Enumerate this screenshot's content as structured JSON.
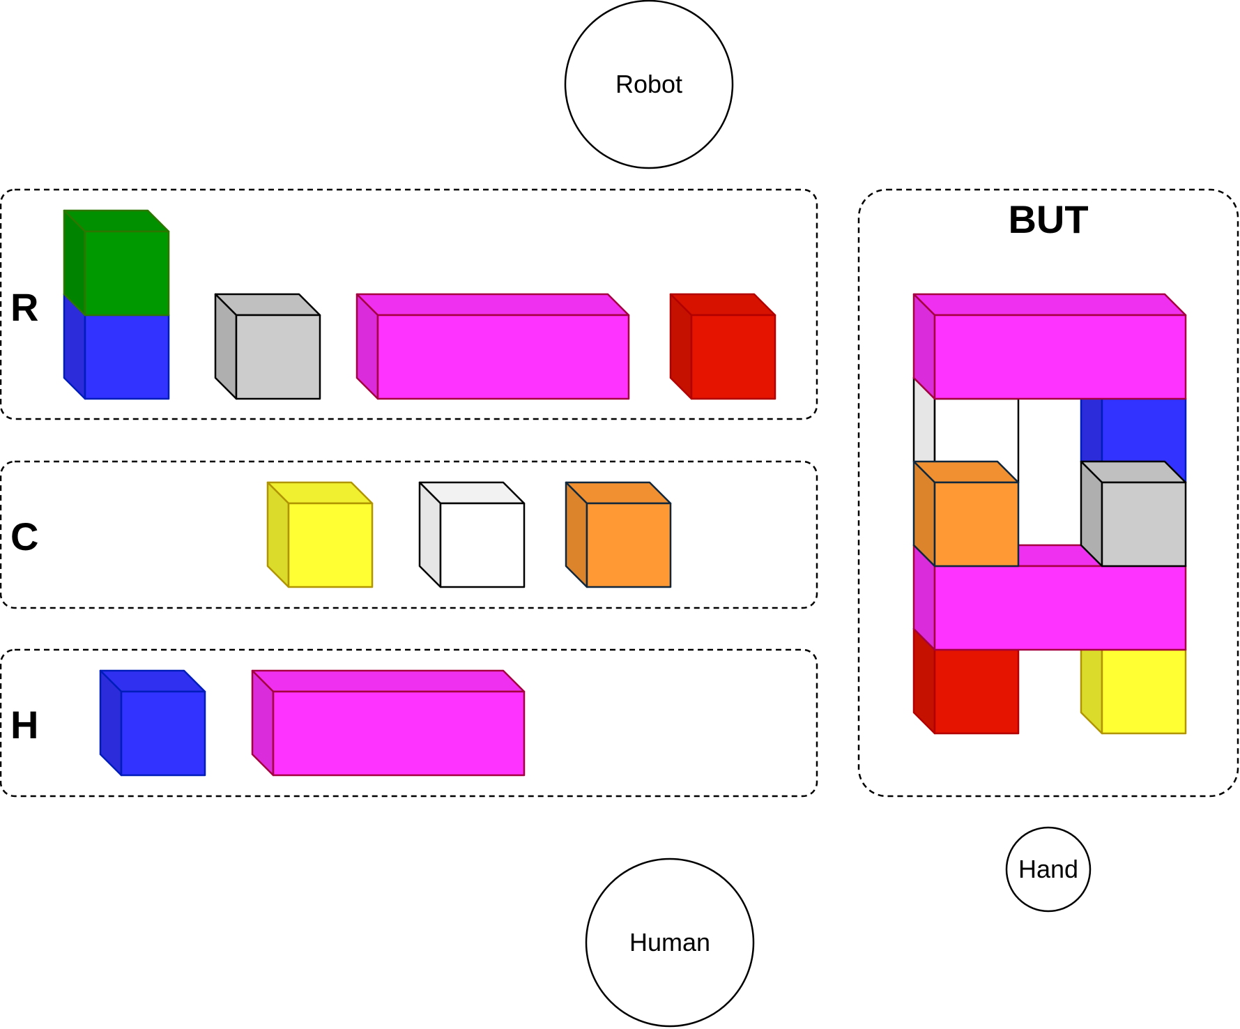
{
  "agents": {
    "robot": "Robot",
    "human": "Human",
    "hand": "Hand"
  },
  "zones": {
    "robot_zone": "R",
    "common_zone": "C",
    "human_zone": "H",
    "goal_title": "BUT"
  },
  "colors": {
    "green": "#009900",
    "blue": "#3333FF",
    "gray": "#CCCCCC",
    "magenta": "#FF33FF",
    "red": "#E51400",
    "yellow": "#FFFF33",
    "white": "#FFFFFF",
    "orange": "#FF9933"
  },
  "blocks": {
    "robot_zone": [
      "blue-cube",
      "green-cube",
      "gray-cube",
      "magenta-bar",
      "red-cube"
    ],
    "common_zone": [
      "yellow-cube",
      "white-cube",
      "orange-cube"
    ],
    "human_zone": [
      "blue-cube",
      "magenta-bar"
    ],
    "goal_structure": [
      "red-cube",
      "yellow-cube",
      "magenta-bar",
      "orange-cube",
      "gray-cube",
      "white-cube",
      "blue-cube",
      "magenta-bar"
    ]
  }
}
